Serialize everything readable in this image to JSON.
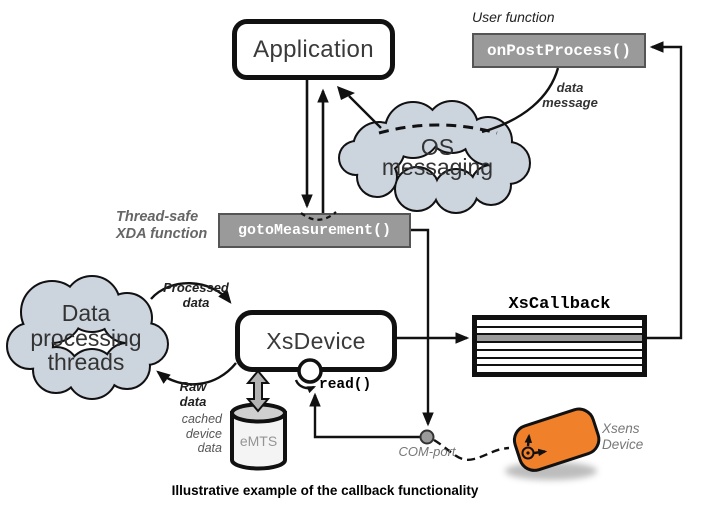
{
  "diagram": {
    "nodes": {
      "application": {
        "label": "Application"
      },
      "on_post_process": {
        "label": "onPostProcess()",
        "annotation": "User function"
      },
      "goto_measurement": {
        "label": "gotoMeasurement()",
        "annotation": [
          "Thread-safe",
          "XDA function"
        ]
      },
      "os_messaging_cloud": {
        "lines": [
          "OS",
          "messaging"
        ]
      },
      "data_cloud": {
        "lines": [
          "Data",
          "processing",
          "threads"
        ]
      },
      "xs_device": {
        "label": "XsDevice"
      },
      "xs_callback": {
        "label": "XsCallback"
      },
      "emts": {
        "label": "eMTS",
        "annotation": [
          "cached",
          "device",
          "data"
        ]
      },
      "read": {
        "label": "read()"
      },
      "com_port": {
        "label": "COM-port"
      },
      "xsens_device": {
        "lines": [
          "Xsens",
          "Device"
        ]
      }
    },
    "edges": {
      "data_message": [
        "data",
        "message"
      ],
      "processed_data": [
        "Processed",
        "data"
      ],
      "raw_data": [
        "Raw",
        "data"
      ]
    },
    "caption": "Illustrative example of the callback functionality",
    "colors": {
      "box_gray": "#9a9a9a",
      "stripe_gray": "#9a9a9a",
      "cloud_fill": "#ccd4de",
      "device_orange": "#f0802a"
    }
  }
}
